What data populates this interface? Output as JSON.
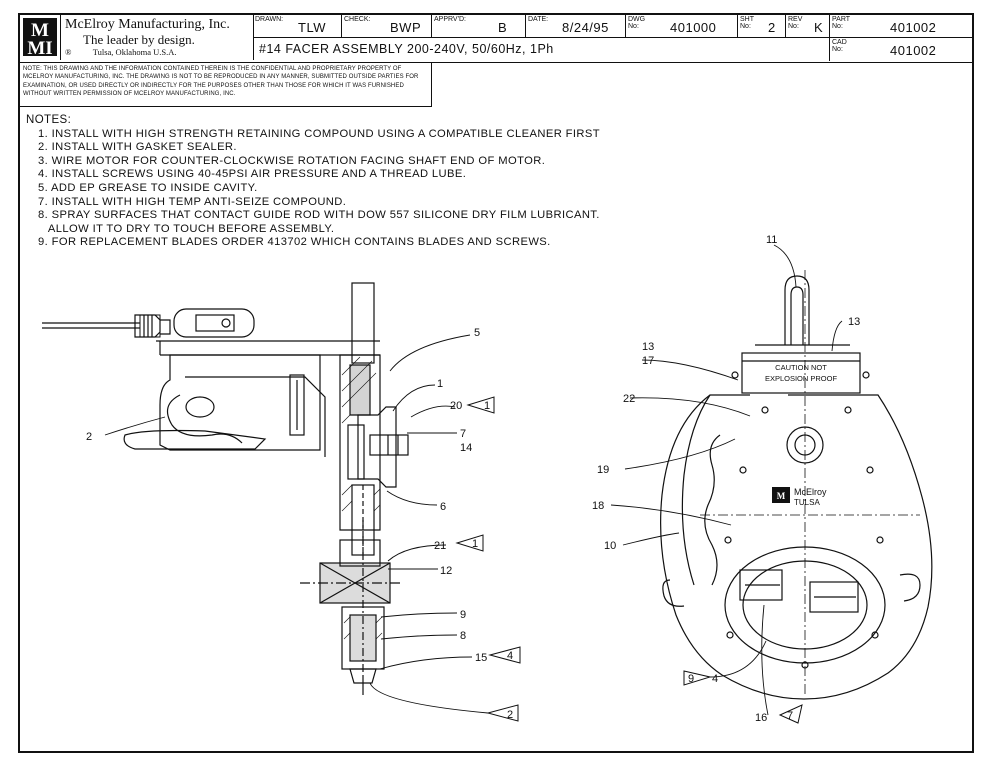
{
  "company": {
    "name": "McElroy Manufacturing, Inc.",
    "tagline": "The leader by design.",
    "location": "Tulsa, Oklahoma U.S.A.",
    "logo_text": "MMI",
    "logo_mark": "®"
  },
  "title_block": {
    "drawn_label": "DRAWN:",
    "drawn": "TLW",
    "check_label": "CHECK:",
    "check": "BWP",
    "apprvd_label": "APPRV'D:",
    "apprvd": "B",
    "date_label": "DATE:",
    "date": "8/24/95",
    "dwg_label": "DWG No:",
    "dwg": "401000",
    "sht_label": "SHT No:",
    "sht": "2",
    "rev_label": "REV No:",
    "rev": "K",
    "part_label": "PART No:",
    "part": "401002",
    "cad_label": "CAD No:",
    "cad": "401002",
    "title": "#14 FACER ASSEMBLY 200-240V, 50/60Hz, 1Ph"
  },
  "notice": "NOTE: THIS DRAWING AND THE INFORMATION CONTAINED THEREIN IS THE CONFIDENTIAL AND PROPRIETARY PROPERTY OF McElroy Manufacturing, Inc. THE DRAWING IS NOT TO BE REPRODUCED IN ANY MANNER, SUBMITTED OUTSIDE PARTIES FOR EXAMINATION, OR USED DIRECTLY OR INDIRECTLY FOR THE PURPOSES OTHER THAN THOSE FOR WHICH IT WAS FURNISHED WITHOUT WRITTEN PERMISSION OF McElroy Manufacturing, Inc.",
  "notes": {
    "heading": "NOTES:",
    "items": [
      "1. INSTALL WITH HIGH STRENGTH RETAINING COMPOUND USING A COMPATIBLE CLEANER FIRST",
      "2. INSTALL WITH GASKET SEALER.",
      "3. WIRE MOTOR FOR COUNTER-CLOCKWISE ROTATION FACING SHAFT END OF MOTOR.",
      "4. INSTALL SCREWS USING 40-45PSI AIR PRESSURE AND A THREAD LUBE.",
      "5. ADD EP GREASE TO INSIDE CAVITY.",
      "7. INSTALL WITH HIGH TEMP ANTI-SEIZE COMPOUND.",
      "8. SPRAY SURFACES THAT CONTACT GUIDE ROD WITH DOW 557 SILICONE DRY FILM LUBRICANT.",
      "   ALLOW IT TO DRY TO TOUCH BEFORE ASSEMBLY.",
      "9. FOR REPLACEMENT BLADES ORDER 413702 WHICH CONTAINS BLADES AND SCREWS."
    ]
  },
  "side_view_callouts": [
    "5",
    "1",
    "20",
    "2",
    "7",
    "14",
    "6",
    "21",
    "12",
    "9",
    "8",
    "15",
    "2"
  ],
  "side_view_note_flags": [
    "1",
    "1",
    "4",
    "2"
  ],
  "front_view_callouts": [
    "11",
    "13",
    "13",
    "17",
    "22",
    "19",
    "18",
    "10",
    "4",
    "16"
  ],
  "front_view_note_flags": [
    "9",
    "7"
  ],
  "front_view_labels": {
    "caution_line1": "CAUTION NOT",
    "caution_line2": "EXPLOSION PROOF",
    "brand_line1": "McElroy",
    "brand_line2": "TULSA"
  }
}
